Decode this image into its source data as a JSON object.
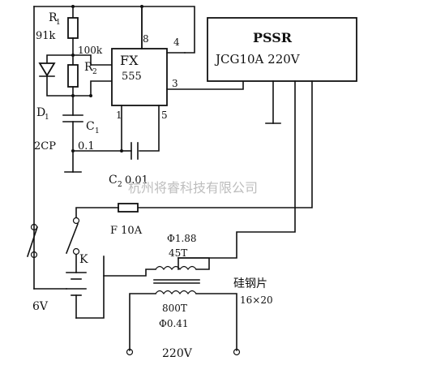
{
  "labels": {
    "r1": "R",
    "r1_sub": "1",
    "r1_val": "91k",
    "r2_val": "100k",
    "r2": "R",
    "r2_sub": "2",
    "d1": "D",
    "d1_sub": "1",
    "d1_type": "2CP",
    "c1": "C",
    "c1_sub": "1",
    "c1_val": "0.1",
    "c2": "C",
    "c2_sub": "2",
    "c2_val": "0.01",
    "ic_name": "FX",
    "ic_num": "555",
    "pin8": "8",
    "pin4": "4",
    "pin3": "3",
    "pin1": "1",
    "pin5": "5",
    "ssr_title": "PSSR",
    "ssr_model": "JCG10A 220V",
    "fuse": "F 10A",
    "switch": "K",
    "battery": "6V",
    "sec_wire": "Φ1.88",
    "sec_turns": "45T",
    "pri_turns": "800T",
    "pri_wire": "Φ0.41",
    "core": "硅钢片",
    "core_size": "16×20",
    "mains": "220V",
    "watermark": "杭州将睿科技有限公司"
  }
}
